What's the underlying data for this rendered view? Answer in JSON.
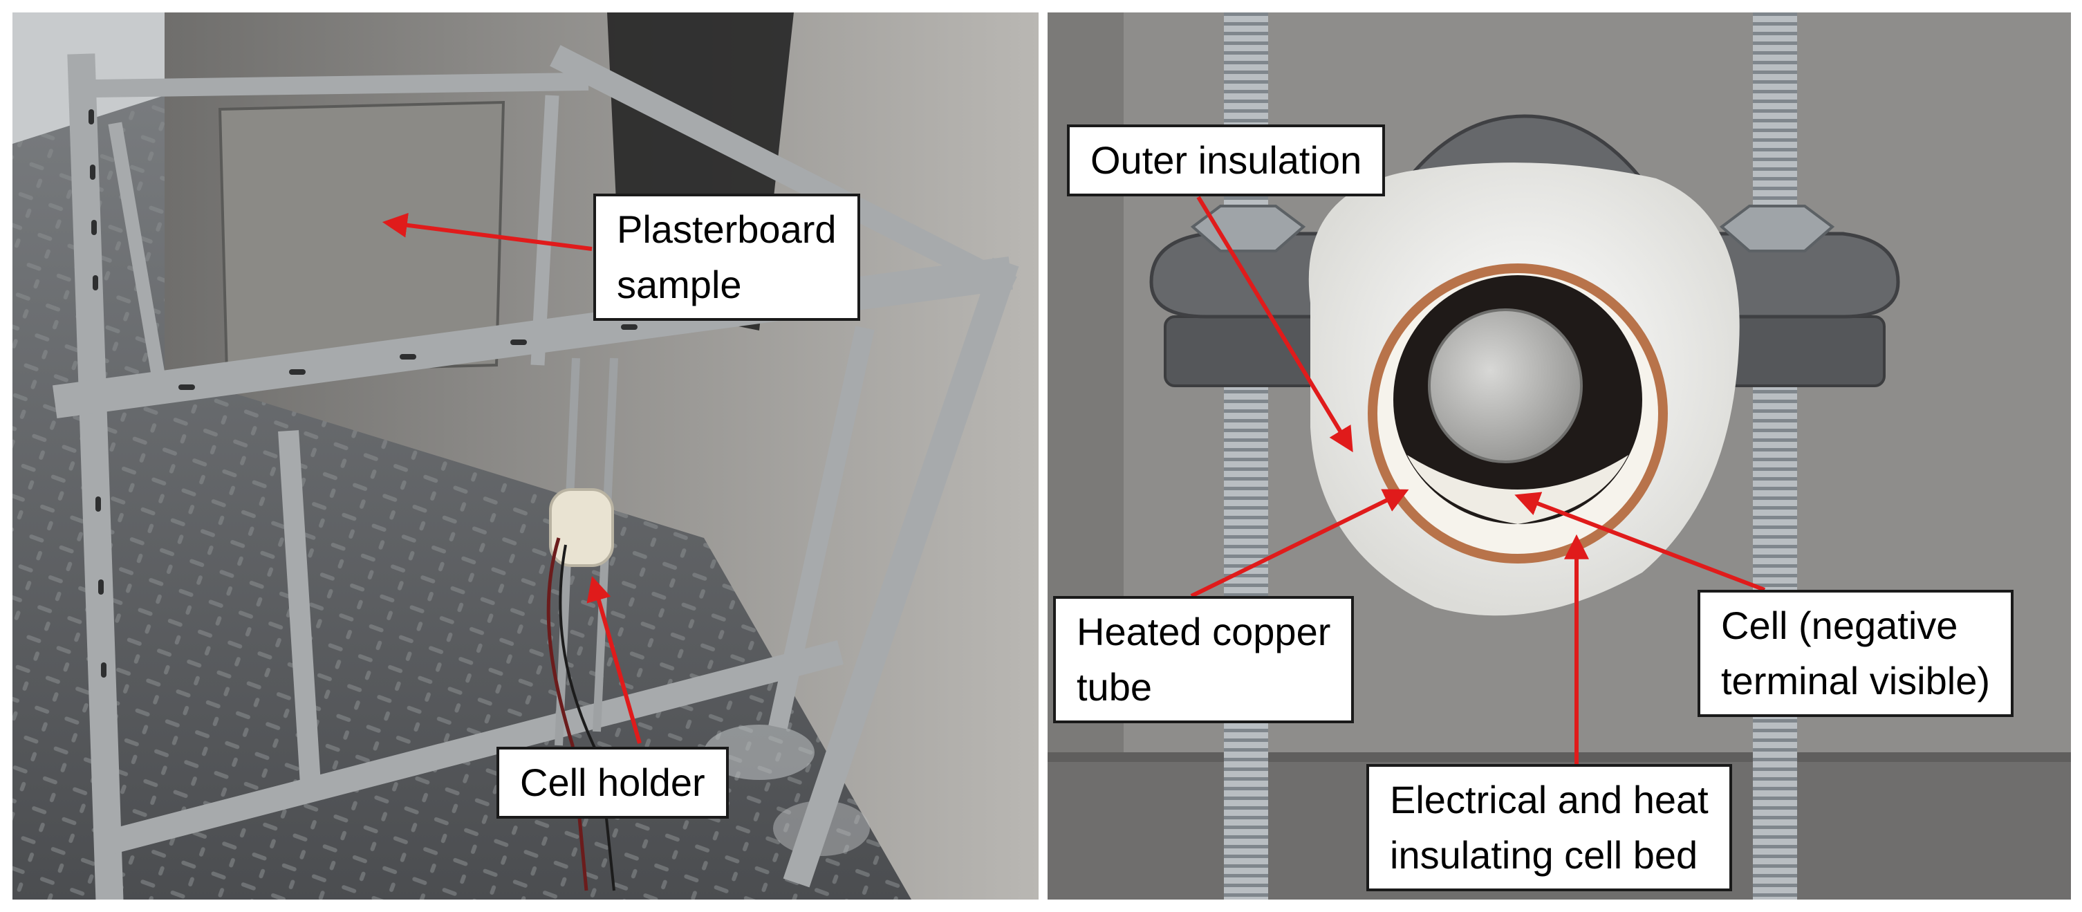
{
  "panels": {
    "left": {
      "labels": {
        "plasterboard": "Plasterboard\nsample",
        "cell_holder": "Cell holder"
      }
    },
    "right": {
      "labels": {
        "outer_insulation": "Outer insulation",
        "heated_copper_tube": "Heated copper\ntube",
        "cell": "Cell (negative\nterminal visible)",
        "cell_bed": "Electrical and heat\ninsulating cell bed"
      }
    }
  },
  "colors": {
    "arrow": "#e01b1b",
    "label_border": "#1a1a1a",
    "frame_metal": "#a7aaac",
    "wall": "#8e8d8b",
    "insulation": "#f2f2f0",
    "copper": "#b8734a"
  }
}
